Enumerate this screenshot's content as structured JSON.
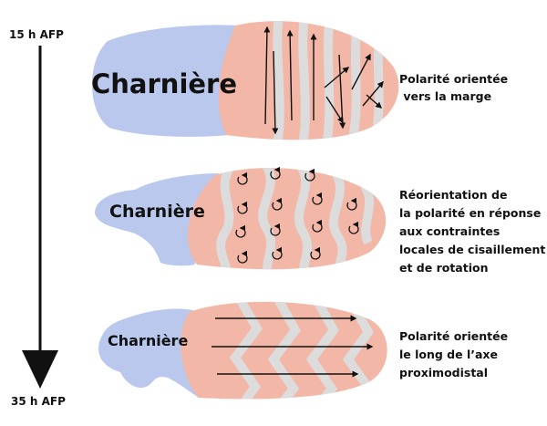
{
  "colors": {
    "hinge": "#b9c8ec",
    "blade": "#f2b7a6",
    "vein": "#dcdcdc",
    "arrow": "#111111",
    "text": "#111111"
  },
  "timeline": {
    "start_label": "15 h AFP",
    "end_label": "35 h AFP"
  },
  "stages": [
    {
      "hinge_label": "Charnière",
      "description": [
        "Polarité orientée",
        " vers la marge"
      ],
      "pattern": "margin-oriented-arrows"
    },
    {
      "hinge_label": "Charnière",
      "description": [
        "Réorientation de",
        "la polarité en réponse",
        "aux contraintes",
        "locales de cisaillement",
        "et de rotation"
      ],
      "pattern": "rotation-swirl-arrows"
    },
    {
      "hinge_label": "Charnière",
      "description": [
        "Polarité orientée",
        "le long de l’axe",
        "proximodistal"
      ],
      "pattern": "proximodistal-arrows"
    }
  ]
}
